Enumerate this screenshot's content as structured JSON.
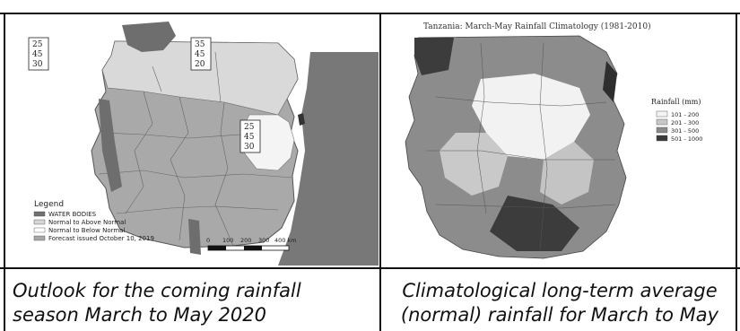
{
  "left_map": {
    "boxes": [
      {
        "values": [
          "25",
          "45",
          "30"
        ]
      },
      {
        "values": [
          "35",
          "45",
          "20"
        ]
      },
      {
        "values": [
          "25",
          "45",
          "30"
        ]
      }
    ],
    "legend": {
      "title": "Legend",
      "items": [
        {
          "label": "WATER BODIES",
          "color": "#707070"
        },
        {
          "label": "Normal to Above Normal",
          "color": "#d6d6d6"
        },
        {
          "label": "Normal to Below Normal",
          "color": "#ffffff"
        },
        {
          "label": "Forecast issued October 10, 2019",
          "color": "#a8a8a8"
        }
      ]
    },
    "scale_labels": [
      "0",
      "100",
      "200",
      "300",
      "400 km"
    ]
  },
  "right_map": {
    "title": "Tanzania: March-May Rainfall Climatology (1981-2010)",
    "legend": {
      "title": "Rainfall (mm)",
      "items": [
        {
          "label": "101 - 200",
          "color": "#f4f4f4"
        },
        {
          "label": "201 - 300",
          "color": "#c8c8c8"
        },
        {
          "label": "301 - 500",
          "color": "#8a8a8a"
        },
        {
          "label": "501 - 1000",
          "color": "#3a3a3a"
        }
      ]
    }
  },
  "captions": {
    "left": [
      "Outlook for the coming rainfall",
      "season March to May 2020"
    ],
    "right": [
      "Climatological long-term average",
      "(normal) rainfall for March to May"
    ]
  }
}
